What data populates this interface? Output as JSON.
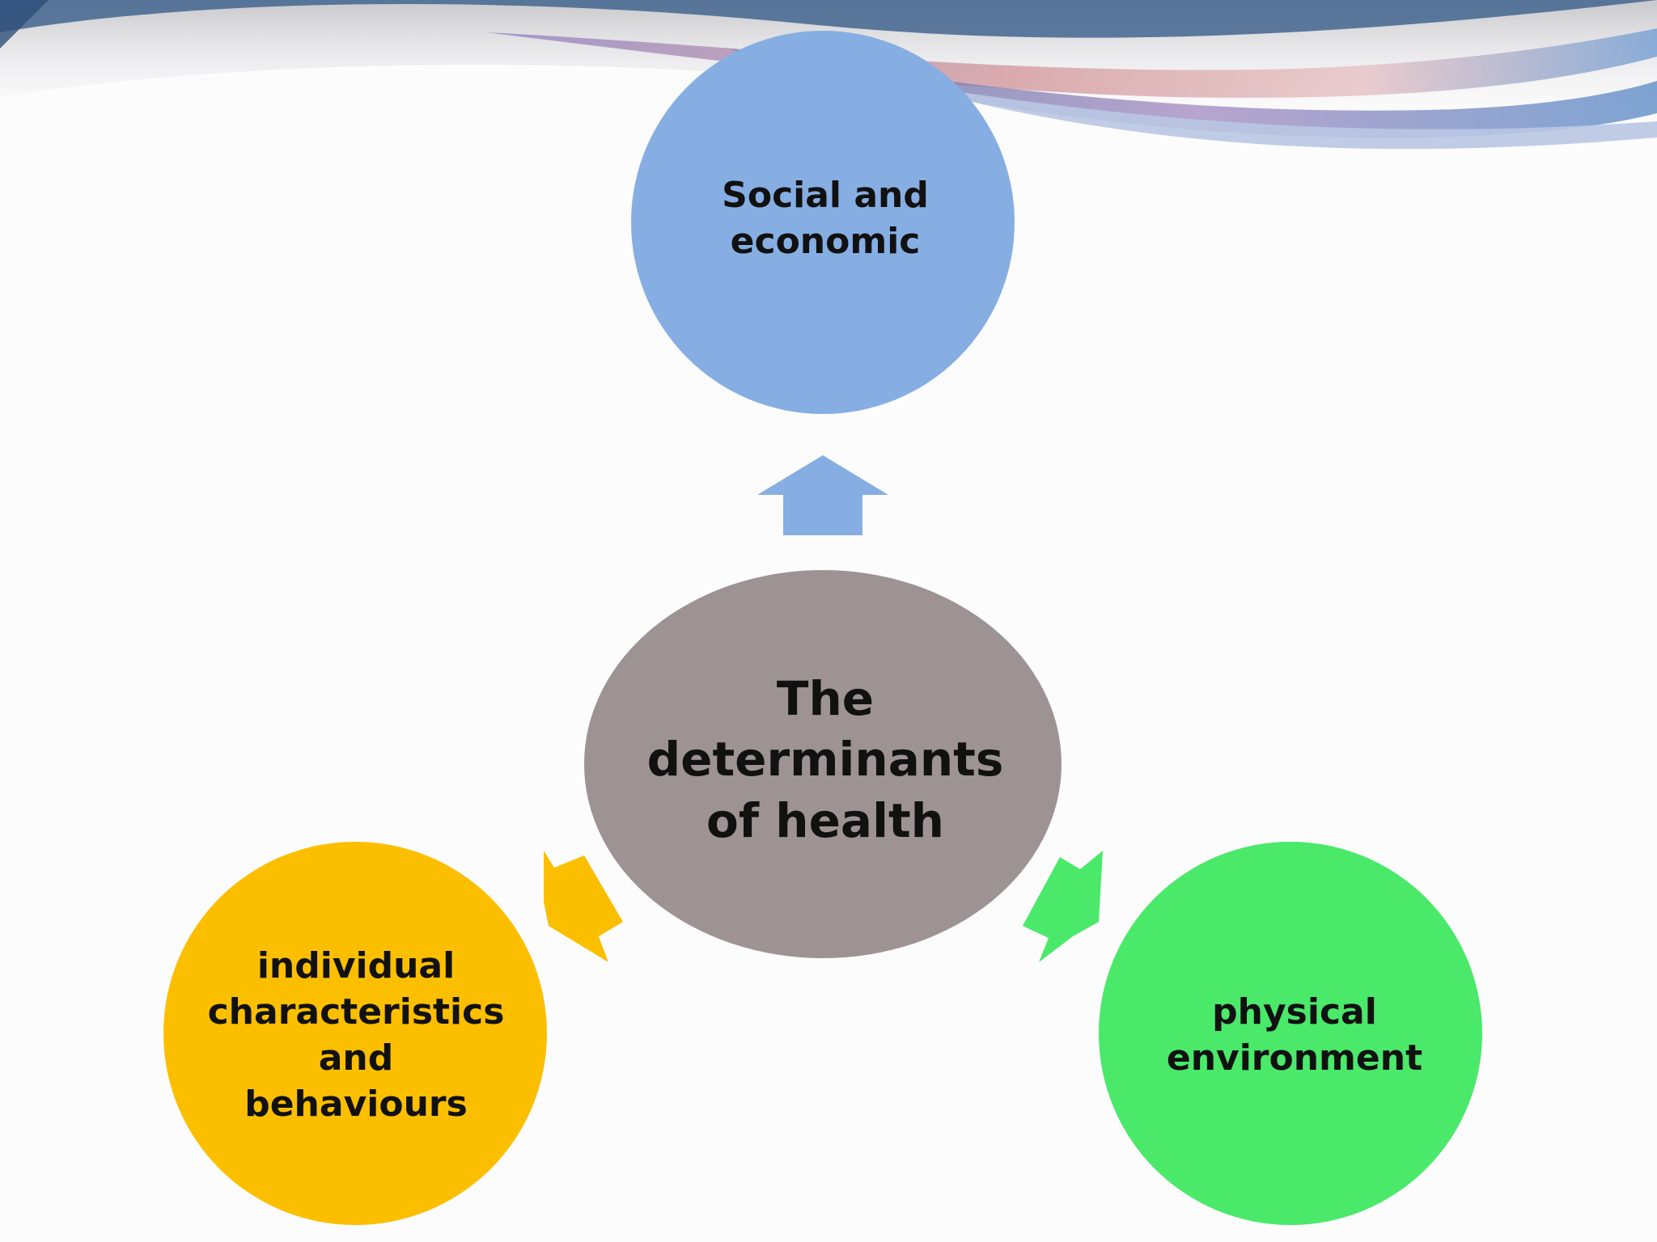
{
  "diagram": {
    "center": {
      "label": "The\ndeterminants\nof health",
      "color": "#9d9395"
    },
    "nodes": [
      {
        "id": "social-economic",
        "label": "Social and\neconomic",
        "color": "#86aee3"
      },
      {
        "id": "individual",
        "label": "individual\ncharacteristics\nand\nbehaviours",
        "color": "#fcbf00"
      },
      {
        "id": "physical",
        "label": "physical\nenvironment",
        "color": "#4ae96a"
      }
    ],
    "arrows": [
      {
        "from": "center",
        "to": "social-economic",
        "color": "#86aee3"
      },
      {
        "from": "center",
        "to": "individual",
        "color": "#fcbf00"
      },
      {
        "from": "center",
        "to": "physical",
        "color": "#4ae96a"
      }
    ]
  }
}
